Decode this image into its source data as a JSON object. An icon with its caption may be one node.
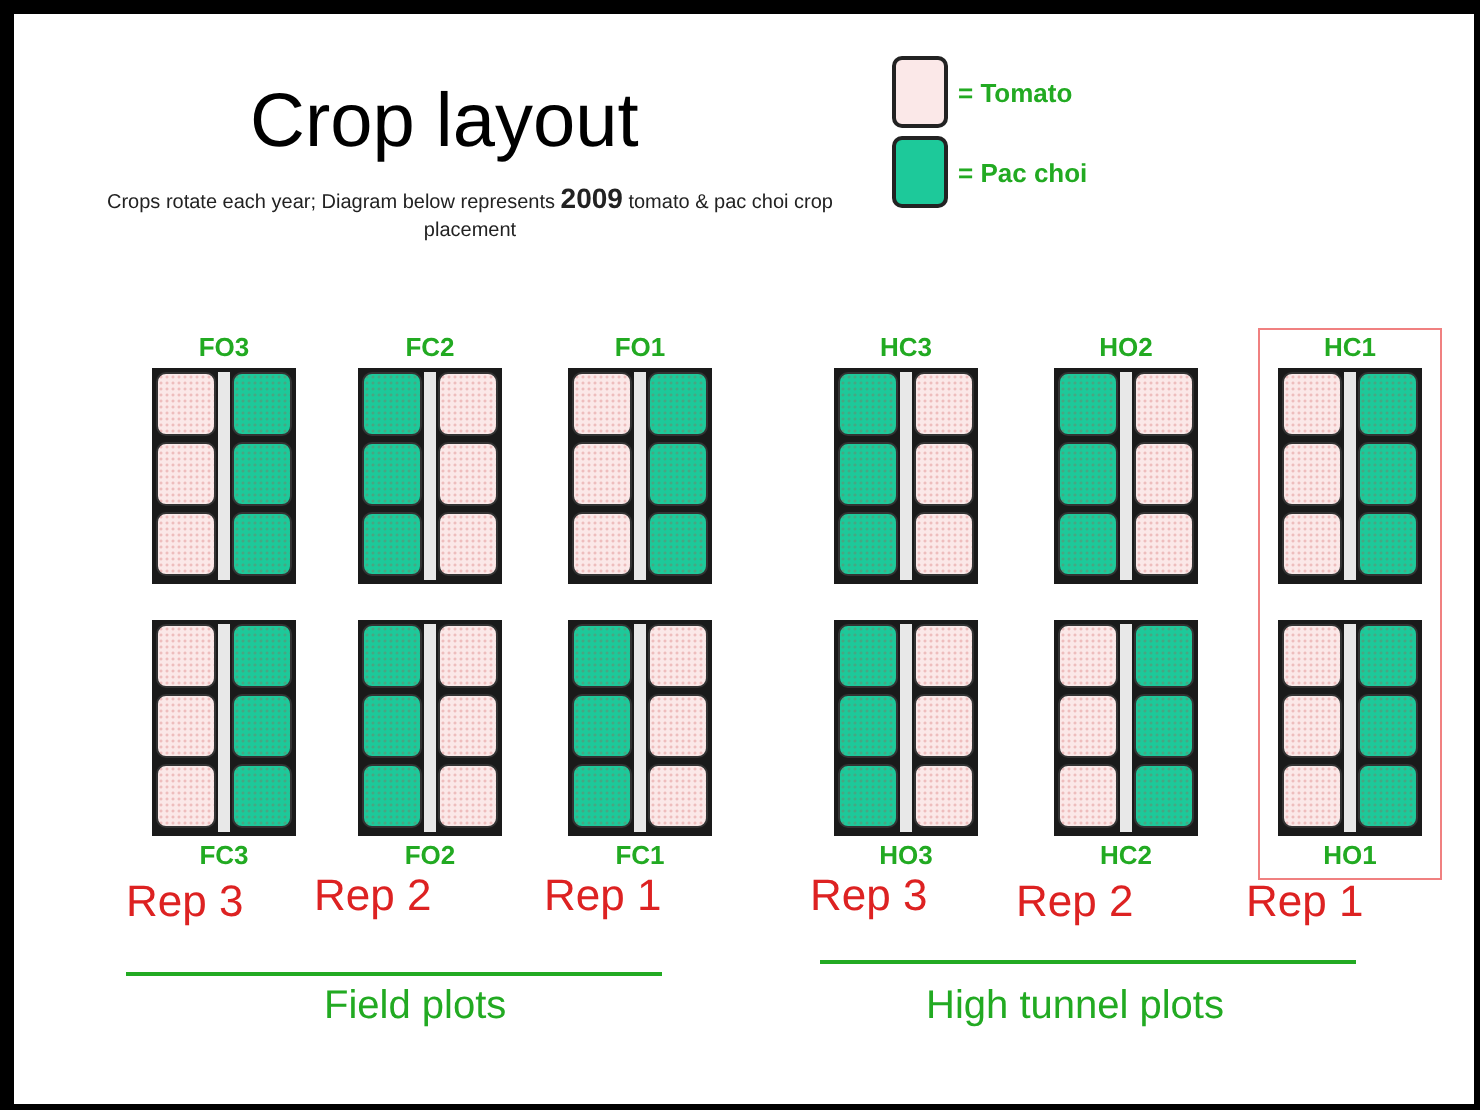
{
  "diagram": {
    "title": "Crop layout",
    "nodes": [
      {
        "text": [
          "FO3"
        ]
      },
      {
        "text": [
          "FC2"
        ]
      },
      {
        "text": [
          "FO1"
        ]
      },
      {
        "text": [
          "HC3"
        ]
      },
      {
        "text": [
          "HO2"
        ]
      },
      {
        "text": [],
        "shape": "box"
      },
      {
        "text": [
          "HC1"
        ],
        "in": 5
      },
      {
        "text": [
          "FC3"
        ]
      },
      {
        "text": [
          "FO2"
        ]
      },
      {
        "text": [
          "FC1"
        ]
      },
      {
        "text": [
          "HO3"
        ]
      },
      {
        "text": [
          "HC2"
        ]
      },
      {
        "text": [
          "HO1"
        ],
        "in": 5
      }
    ],
    "edges": [],
    "labels": [
      "Crops rotate each year; Diagram below represents **2009** tomato & pac choi crop placement",
      "Rep 3",
      "Rep 2",
      "Rep 1",
      "Rep 3",
      "Rep 2",
      "Rep 1",
      "Field plots",
      "High tunnel plots"
    ],
    "legend": [
      {
        "text": "= Tomato",
        "color": "#fbe8e8"
      },
      {
        "text": "= Pac choi",
        "color": "#1dc99a"
      }
    ]
  }
}
